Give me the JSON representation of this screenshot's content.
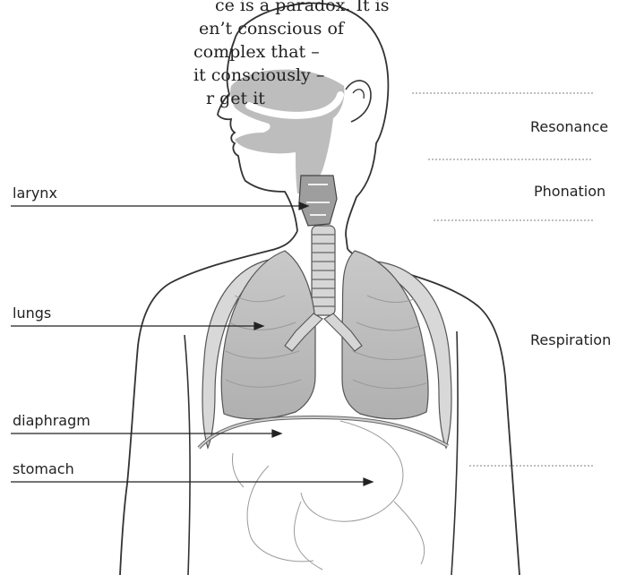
{
  "text_lines": [
    "ce is a paradox. It is",
    "en’t conscious of",
    "complex that –",
    "it consciously –",
    "r get it"
  ],
  "labels": {
    "larynx": "larynx",
    "lungs": "lungs",
    "diaphragm": "diaphragm",
    "stomach": "stomach"
  },
  "zones": {
    "resonance": "Resonance",
    "phonation": "Phonation",
    "respiration": "Respiration"
  },
  "colors": {
    "lung_fill": "#b9b9b9",
    "airway_fill": "#bdbdbd",
    "outline": "#333333",
    "thin_line": "#8a8a8a"
  }
}
